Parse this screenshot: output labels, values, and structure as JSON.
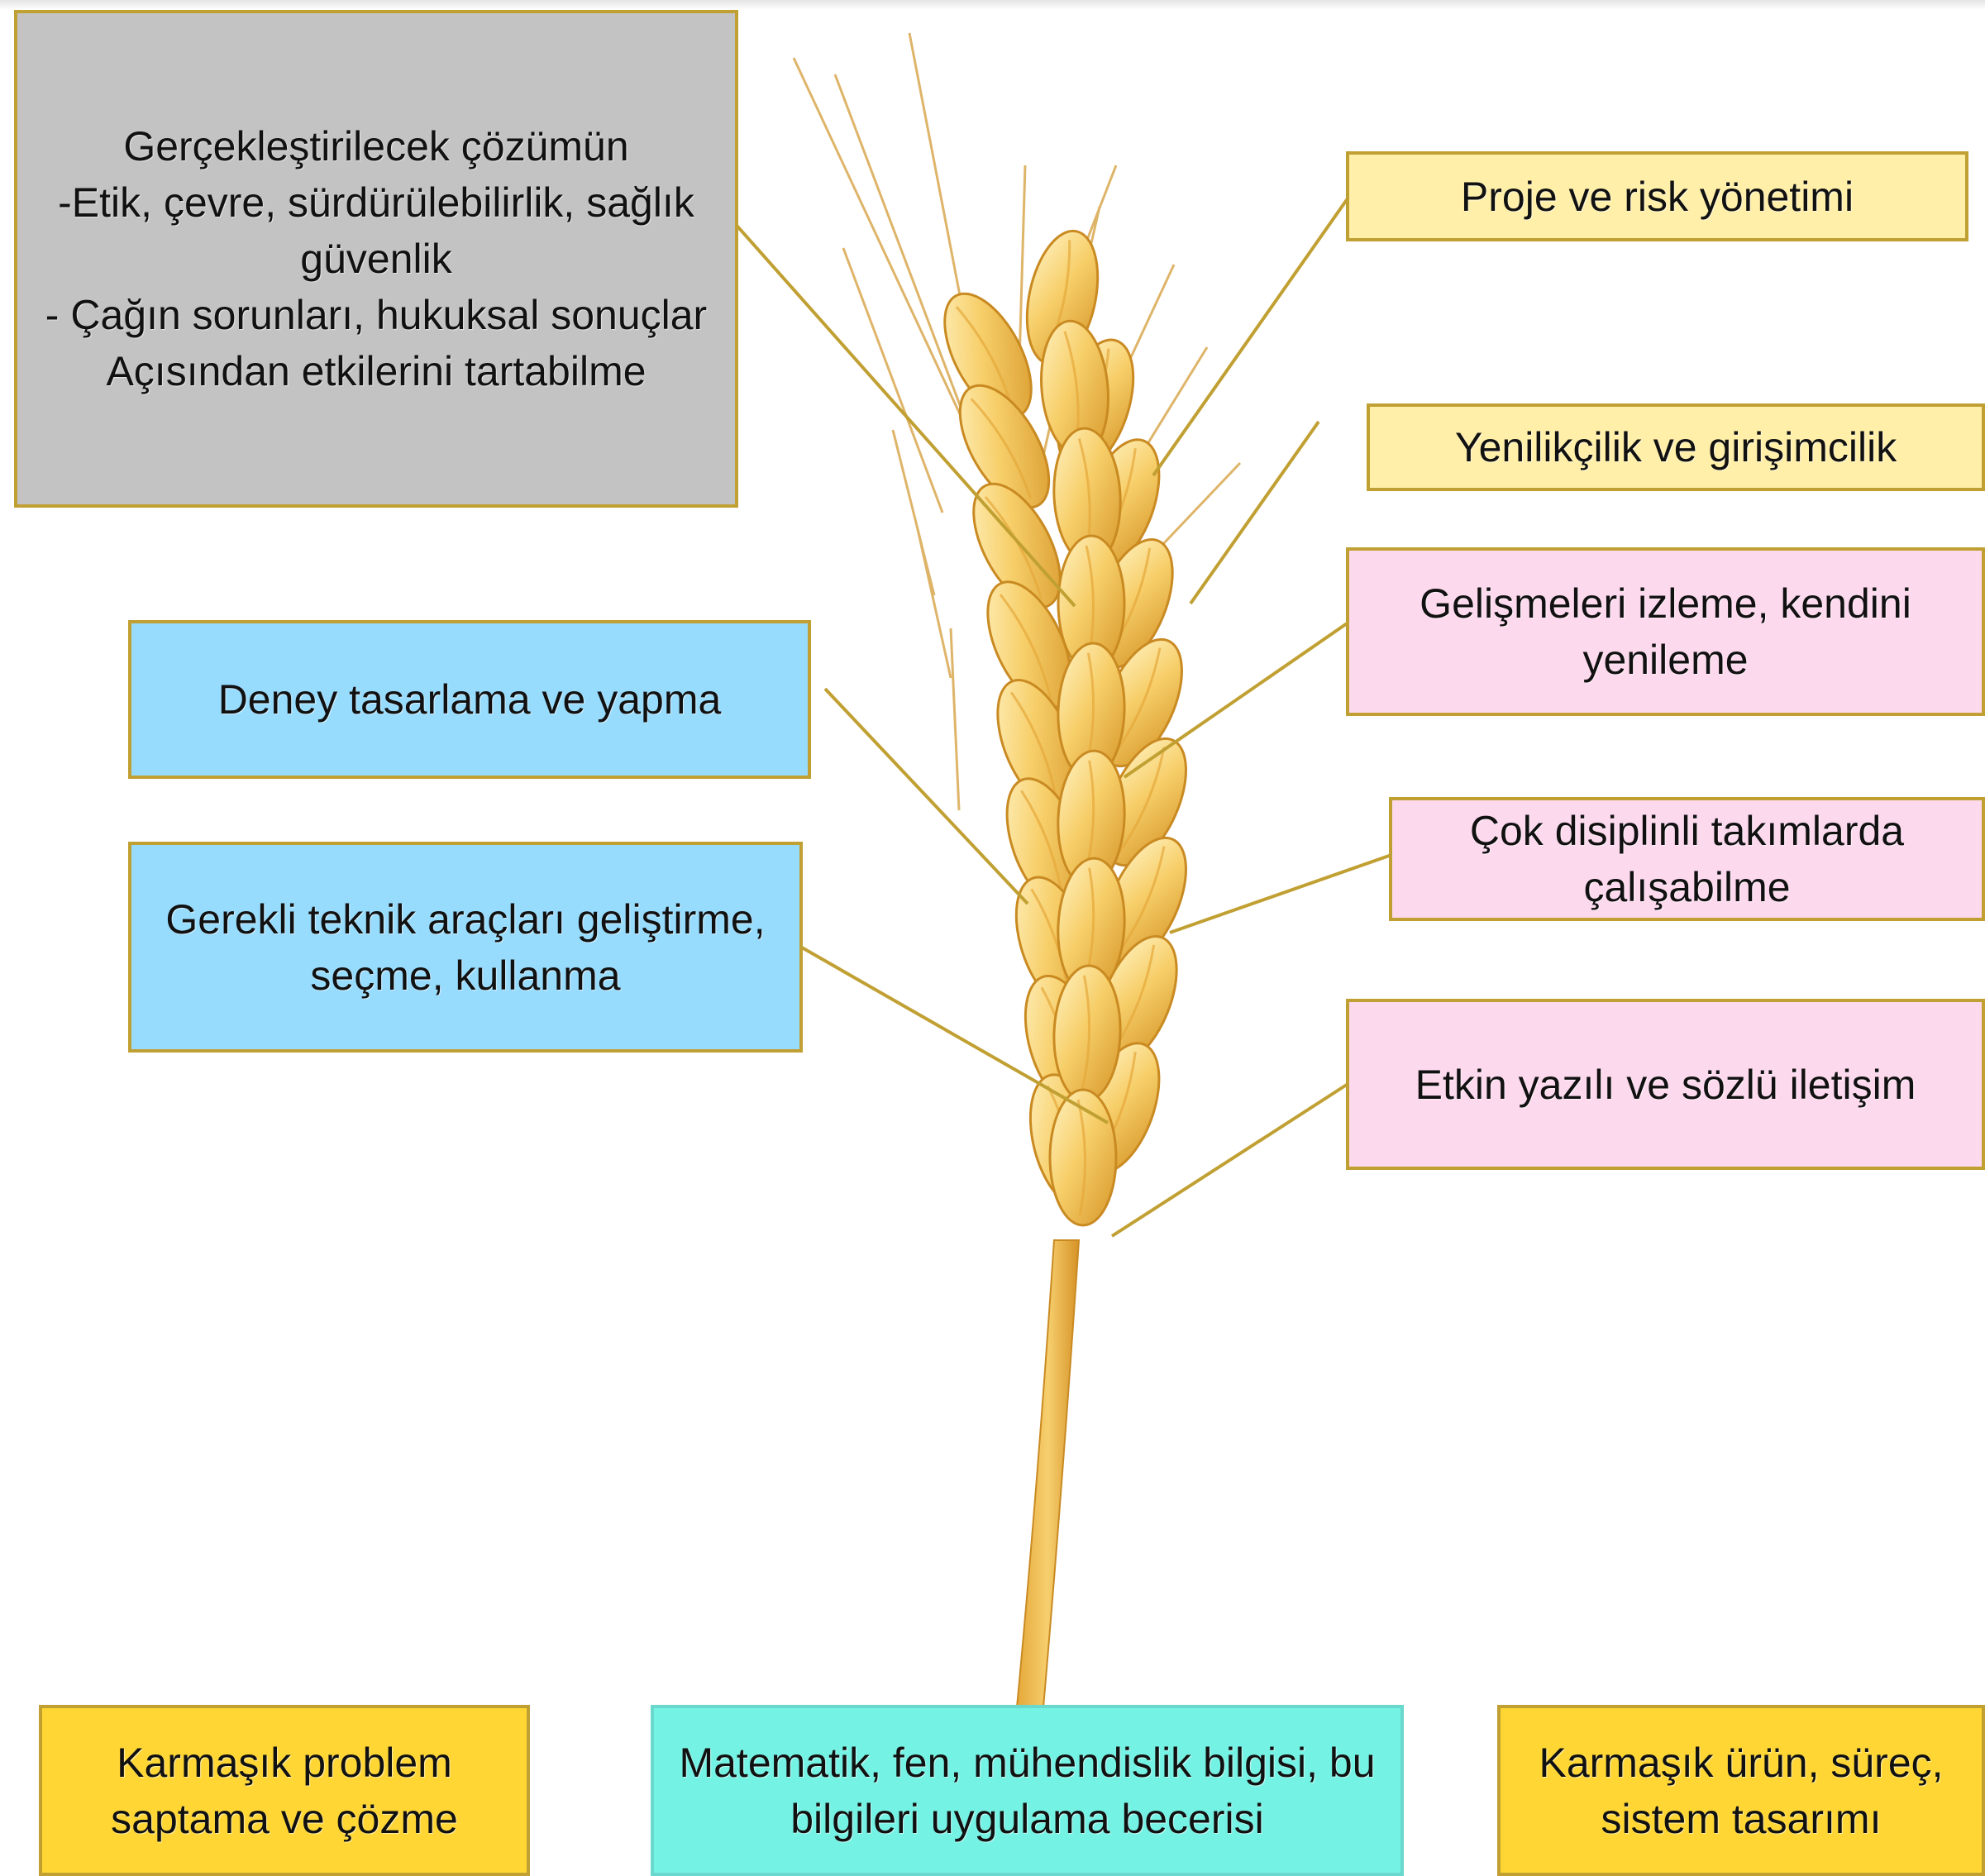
{
  "colors": {
    "gray": "#c3c3c3",
    "pale": "#ffefa8",
    "pink": "#fdd9ee",
    "blue": "#97dbfd",
    "gold": "#ffd633",
    "teal": "#74f2e4",
    "border": "#c1a033",
    "connector": "#c1a033"
  },
  "boxes": {
    "ethics": "Gerçekleştirilecek çözümün\n-Etik, çevre, sürdürülebilirlik, sağlık güvenlik\n- Çağın sorunları, hukuksal sonuçlar\nAçısından etkilerini tartabilme",
    "project_risk": "Proje ve risk yönetimi",
    "innovation": "Yenilikçilik ve girişimcilik",
    "self_renewal": "Gelişmeleri izleme, kendini yenileme",
    "multidisciplinary": "Çok disiplinli takımlarda çalışabilme",
    "communication": "Etkin yazılı ve sözlü iletişim",
    "experiment": "Deney tasarlama ve yapma",
    "tools": "Gerekli teknik araçları geliştirme, seçme, kullanma",
    "complex_problem": "Karmaşık problem saptama ve çözme",
    "knowledge": "Matematik, fen, mühendislik bilgisi, bu bilgileri uygulama becerisi",
    "design": "Karmaşık ürün, süreç, sistem tasarımı"
  },
  "image": {
    "subject": "wheat-ear-illustration"
  }
}
